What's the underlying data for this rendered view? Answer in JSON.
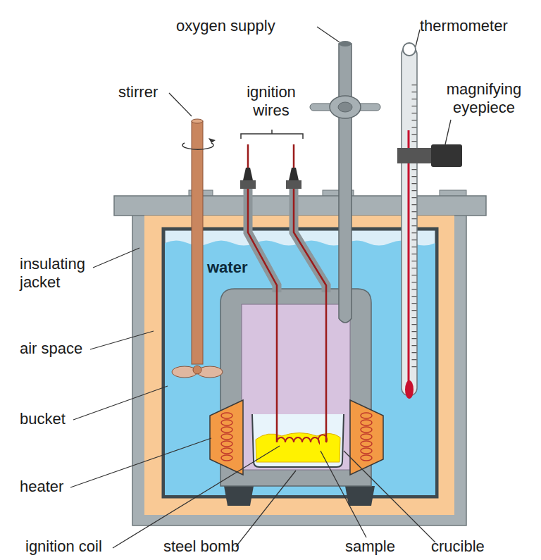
{
  "diagram": {
    "labels": [
      "oxygen supply",
      "thermometer",
      "stirrer",
      "ignition wires",
      "magnifying eyepiece",
      "water",
      "insulating jacket",
      "air space",
      "bucket",
      "heater",
      "ignition coil",
      "steel bomb",
      "sample",
      "crucible"
    ]
  }
}
